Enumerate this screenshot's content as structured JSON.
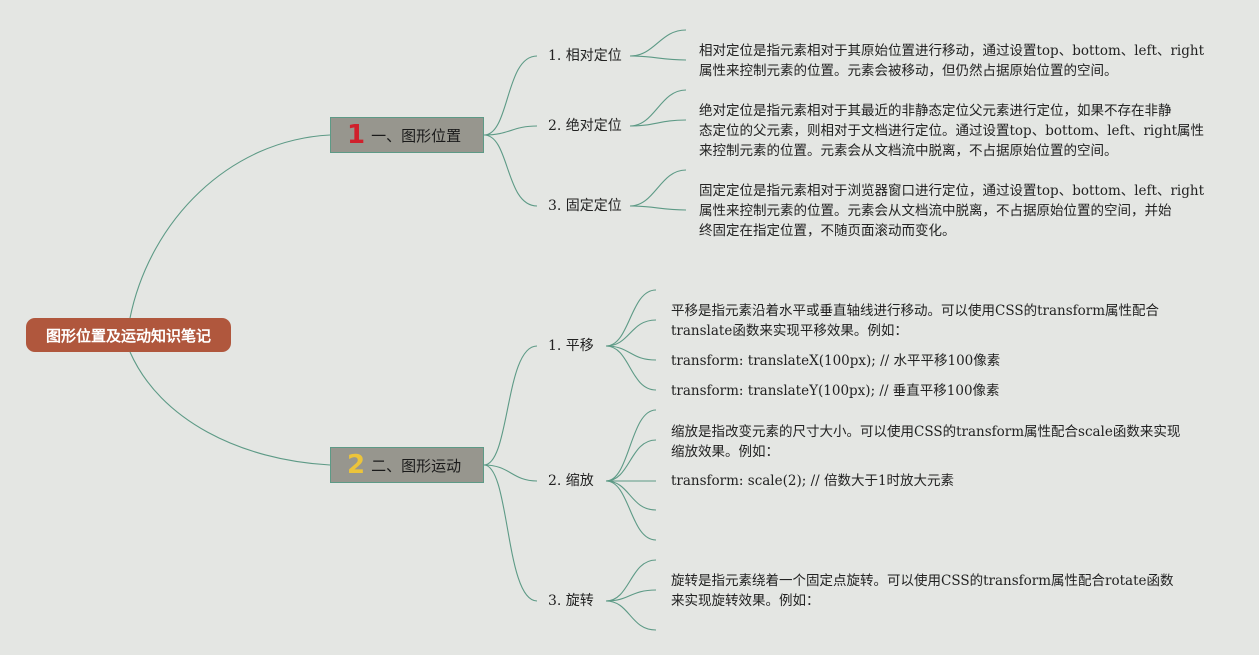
{
  "root": {
    "label": "图形位置及运动知识笔记"
  },
  "sections": [
    {
      "number": "1",
      "label": "一、图形位置",
      "items": [
        {
          "label": "1. 相对定位",
          "notes": [
            [
              "相对定位是指元素相对于其原始位置进行移动，通过设置top、bottom、left、right",
              "属性来控制元素的位置。元素会被移动，但仍然占据原始位置的空间。"
            ]
          ]
        },
        {
          "label": "2. 绝对定位",
          "notes": [
            [
              "绝对定位是指元素相对于其最近的非静态定位父元素进行定位，如果不存在非静",
              "态定位的父元素，则相对于文档进行定位。通过设置top、bottom、left、right属性",
              "来控制元素的位置。元素会从文档流中脱离，不占据原始位置的空间。"
            ]
          ]
        },
        {
          "label": "3. 固定定位",
          "notes": [
            [
              "固定定位是指元素相对于浏览器窗口进行定位，通过设置top、bottom、left、right",
              "属性来控制元素的位置。元素会从文档流中脱离，不占据原始位置的空间，并始",
              "终固定在指定位置，不随页面滚动而变化。"
            ]
          ]
        }
      ]
    },
    {
      "number": "2",
      "label": "二、图形运动",
      "items": [
        {
          "label": "1. 平移",
          "notes": [
            [
              "平移是指元素沿着水平或垂直轴线进行移动。可以使用CSS的transform属性配合",
              "translate函数来实现平移效果。例如："
            ],
            [
              "transform: translateX(100px); // 水平平移100像素"
            ],
            [
              "transform: translateY(100px); // 垂直平移100像素"
            ]
          ]
        },
        {
          "label": "2. 缩放",
          "notes": [
            [
              "缩放是指改变元素的尺寸大小。可以使用CSS的transform属性配合scale函数来实现",
              "缩放效果。例如："
            ],
            [
              "transform: scale(2); // 倍数大于1时放大元素"
            ]
          ]
        },
        {
          "label": "3. 旋转",
          "notes": [
            [
              "旋转是指元素绕着一个固定点旋转。可以使用CSS的transform属性配合rotate函数",
              "来实现旋转效果。例如："
            ]
          ]
        }
      ]
    }
  ]
}
